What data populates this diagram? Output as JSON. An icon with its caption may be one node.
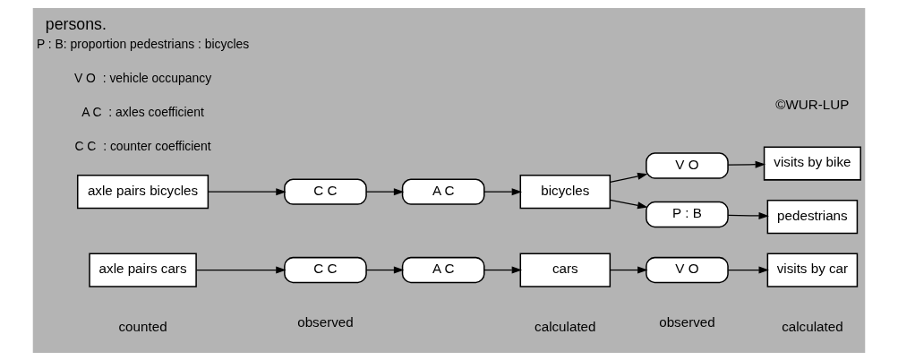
{
  "diagram": {
    "caption": "persons.",
    "nodes": [
      {
        "text": [
          "axle pairs cars"
        ]
      },
      {
        "text": [
          "C C"
        ]
      },
      {
        "text": [
          "A C"
        ]
      },
      {
        "text": [
          "cars"
        ]
      },
      {
        "text": [
          "V O"
        ]
      },
      {
        "text": [
          "visits by car"
        ]
      },
      {
        "text": [
          "axle pairs bicycles"
        ]
      },
      {
        "text": [
          "C C"
        ]
      },
      {
        "text": [
          "A C"
        ]
      },
      {
        "text": [
          "bicycles"
        ]
      },
      {
        "text": [
          "V O"
        ]
      },
      {
        "text": [
          "visits by bike"
        ]
      },
      {
        "text": [
          "P : B"
        ]
      },
      {
        "text": [
          "pedestrians"
        ]
      }
    ],
    "edges": [
      {
        "from": 0,
        "to": 1,
        "arrow": "to"
      },
      {
        "from": 1,
        "to": 2,
        "arrow": "to"
      },
      {
        "from": 2,
        "to": 3,
        "arrow": "to"
      },
      {
        "from": 3,
        "to": 4,
        "arrow": "to"
      },
      {
        "from": 4,
        "to": 5,
        "arrow": "to"
      },
      {
        "from": 6,
        "to": 7,
        "arrow": "to"
      },
      {
        "from": 7,
        "to": 8,
        "arrow": "to"
      },
      {
        "from": 8,
        "to": 9,
        "arrow": "to"
      },
      {
        "from": 9,
        "to": 10,
        "arrow": "to"
      },
      {
        "from": 9,
        "to": 12,
        "arrow": "to"
      },
      {
        "from": 10,
        "to": 11,
        "arrow": "to"
      },
      {
        "from": 12,
        "to": 13,
        "arrow": "to"
      }
    ],
    "labels": [
      "counted",
      "observed",
      "calculated",
      "observed",
      "calculated",
      "C C  : counter coefficient",
      "A C  : axles coefficient",
      "V O  : vehicle occupancy",
      "P : B: proportion pedestrians : bicycles",
      "©WUR-LUP"
    ]
  }
}
